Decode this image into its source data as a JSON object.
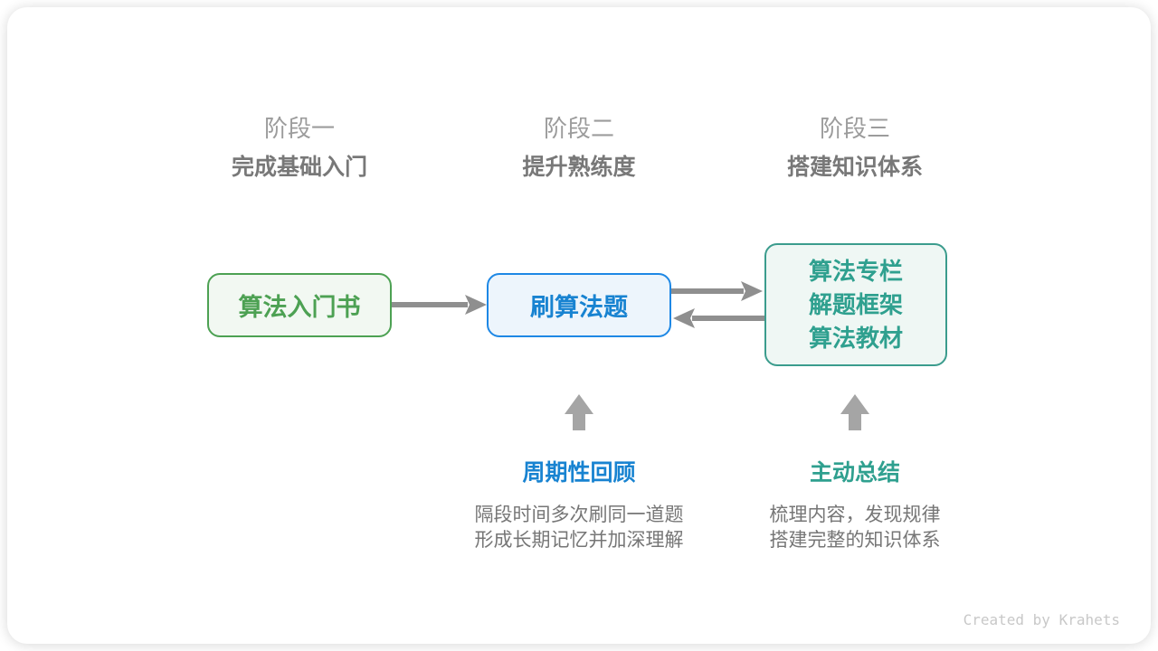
{
  "colors": {
    "green": "#4DA153",
    "green_bg": "#F2F8F2",
    "blue": "#1E88E5",
    "blue_text": "#1883D1",
    "blue_bg": "#EDF5FC",
    "teal": "#3B9C8D",
    "teal_text": "#2FA08F",
    "teal_bg": "#EFF7F4",
    "arrow_gray": "#8F8F8F",
    "up_arrow_gray": "#A5A5A5",
    "stage_label_gray": "#9C9C9C",
    "stage_sub_gray": "#787878",
    "desc_gray": "#767676",
    "credit_gray": "#C8C8C8"
  },
  "stages": [
    {
      "label": "阶段一",
      "subtitle": "完成基础入门"
    },
    {
      "label": "阶段二",
      "subtitle": "提升熟练度"
    },
    {
      "label": "阶段三",
      "subtitle": "搭建知识体系"
    }
  ],
  "nodes": {
    "intro": {
      "label": "算法入门书"
    },
    "practice": {
      "label": "刷算法题"
    },
    "advanced": {
      "lines": [
        "算法专栏",
        "解题框架",
        "算法教材"
      ]
    }
  },
  "annotations": {
    "review": {
      "title": "周期性回顾",
      "line1": "隔段时间多次刷同一道题",
      "line2": "形成长期记忆并加深理解"
    },
    "summarize": {
      "title": "主动总结",
      "line1": "梳理内容，发现规律",
      "line2": "搭建完整的知识体系"
    }
  },
  "credit": "Created by Krahets"
}
